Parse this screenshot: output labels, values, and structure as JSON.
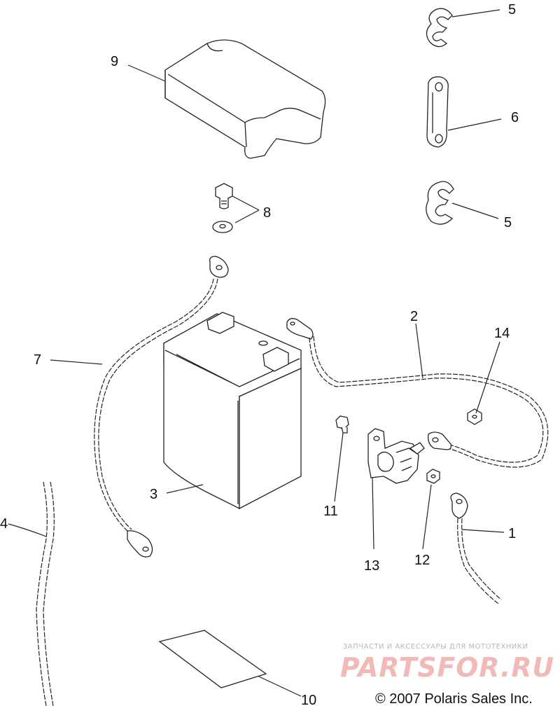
{
  "callouts": {
    "c1": "1",
    "c2": "2",
    "c3": "3",
    "c4": "4",
    "c5a": "5",
    "c5b": "5",
    "c6": "6",
    "c7": "7",
    "c8": "8",
    "c9": "9",
    "c10": "10",
    "c11": "11",
    "c12": "12",
    "c13": "13",
    "c14": "14"
  },
  "watermark": {
    "tagline": "ЗАПЧАСТИ И АКСЕССУАРЫ ДЛЯ МОТОТЕХНИКИ",
    "brand": "PARTSFOR.RU"
  },
  "copyright": "© 2007 Polaris Sales Inc."
}
